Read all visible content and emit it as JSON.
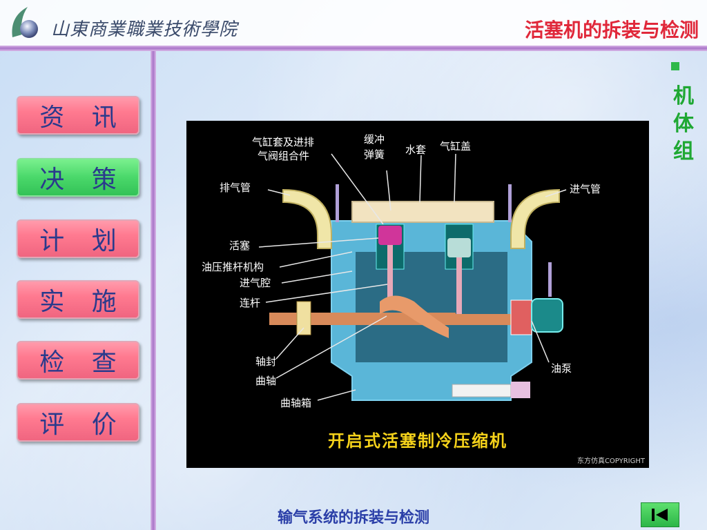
{
  "header": {
    "school_name": "山東商業職業技術學院",
    "course_title": "活塞机的拆装与检测"
  },
  "nav": [
    {
      "label": "资 讯",
      "active": false
    },
    {
      "label": "决 策",
      "active": true
    },
    {
      "label": "计 划",
      "active": false
    },
    {
      "label": "实 施",
      "active": false
    },
    {
      "label": "检 查",
      "active": false
    },
    {
      "label": "评 价",
      "active": false
    }
  ],
  "section": {
    "title_chars": [
      "机",
      "体",
      "组"
    ]
  },
  "diagram": {
    "caption": "开启式活塞制冷压缩机",
    "copyright": "东方仿真COPYRIGHT",
    "labels": {
      "cylinder_valve_l1": "气缸套及进排",
      "cylinder_valve_l2": "气阀组合件",
      "buffer_l1": "缓冲",
      "buffer_l2": "弹簧",
      "water_jacket": "水套",
      "cylinder_cover": "气缸盖",
      "exhaust_pipe": "排气管",
      "intake_pipe": "进气管",
      "piston": "活塞",
      "oil_push": "油压推杆机构",
      "intake_chamber": "进气腔",
      "connecting_rod": "连杆",
      "shaft_seal": "轴封",
      "crankshaft": "曲轴",
      "crankcase": "曲轴箱",
      "oil_pump": "油泵"
    }
  },
  "footer": {
    "title": "输气系统的拆装与检测"
  },
  "colors": {
    "title_red": "#e0283a",
    "nav_pink": "#ff7a90",
    "nav_green": "#4ad86a",
    "nav_text": "#2a3a8c",
    "section_green": "#1fa833",
    "caption_yellow": "#f5d21a"
  },
  "icons": {
    "logo": "school-logo-icon",
    "back": "back-to-start-icon"
  }
}
